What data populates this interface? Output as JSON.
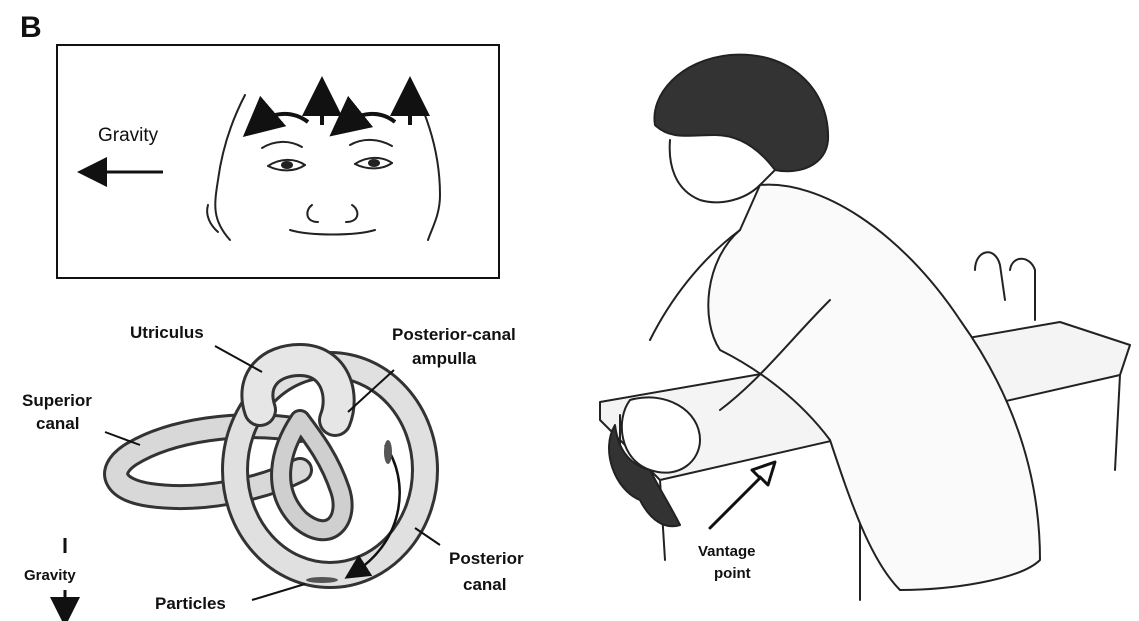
{
  "panel_letter": "B",
  "face_inset": {
    "gravity_label": "Gravity"
  },
  "labyrinth": {
    "utriculus": "Utriculus",
    "ampulla_line1": "Posterior-canal",
    "ampulla_line2": "ampulla",
    "superior_line1": "Superior",
    "superior_line2": "canal",
    "posterior_line1": "Posterior",
    "posterior_line2": "canal",
    "particles": "Particles",
    "gravity_label": "Gravity"
  },
  "maneuver": {
    "vantage_line1": "Vantage",
    "vantage_line2": "point"
  }
}
